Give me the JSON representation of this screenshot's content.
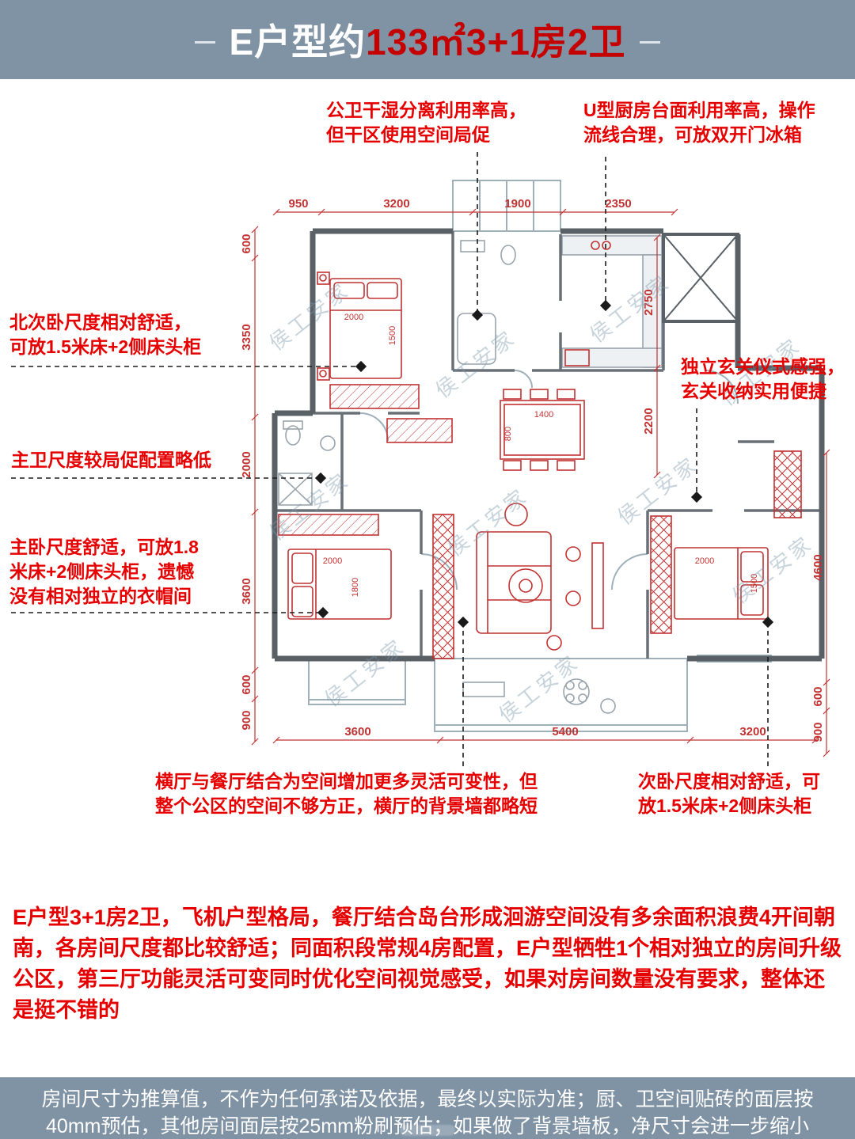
{
  "header": {
    "title_prefix": "E户型约",
    "title_highlight": "133㎡3+1房2卫"
  },
  "watermark": "侯工安家",
  "annotations": {
    "public_bath": [
      "公卫干湿分离利用率高，",
      "但干区使用空间局促"
    ],
    "kitchen": [
      "U型厨房台面利用率高，操作",
      "流线合理，可放双开门冰箱"
    ],
    "north_bedroom": [
      "北次卧尺度相对舒适，",
      "可放1.5米床+2侧床头柜"
    ],
    "master_bath": [
      "主卫尺度较局促配置略低"
    ],
    "master_bedroom": [
      "主卧尺度舒适，可放1.8",
      "米床+2侧床头柜，遗憾",
      "没有相对独立的衣帽间"
    ],
    "foyer": [
      "独立玄关仪式感强，",
      "玄关收纳实用便捷"
    ],
    "living": [
      "横厅与餐厅结合为空间增加更多灵活可变性，但",
      "整个公区的空间不够方正，横厅的背景墙都略短"
    ],
    "second_bedroom": [
      "次卧尺度相对舒适，可",
      "放1.5米床+2侧床头柜"
    ]
  },
  "dimensions": {
    "top": [
      "950",
      "3200",
      "1900",
      "2350"
    ],
    "left": [
      "600",
      "3350",
      "2000",
      "3600",
      "600",
      "900"
    ],
    "right_outer": [
      "4600",
      "600",
      "900"
    ],
    "right_inner": [
      "2750",
      "2200"
    ],
    "bottom": [
      "3600",
      "5400",
      "3200"
    ],
    "north_bed": [
      "2000",
      "1500"
    ],
    "master_bed": [
      "2000",
      "1800"
    ],
    "second_bed": [
      "2000",
      "1500"
    ],
    "dining_table": [
      "1400",
      "800"
    ]
  },
  "summary": "E户型3+1房2卫，飞机户型格局，餐厅结合岛台形成洄游空间没有多余面积浪费4开间朝南，各房间尺度都比较舒适；同面积段常规4房配置，E户型牺牲1个相对独立的房间升级公区，第三厅功能灵活可变同时优化空间视觉感受，如果对房间数量没有要求，整体还是挺不错的",
  "footer": [
    "房间尺寸为推算值，不作为任何承诺及依据，最终以实际为准；厨、卫空间贴砖的面层按",
    "40mm预估，其他房间面层按25mm粉刷预估；如果做了背景墙板，净尺寸会进一步缩小"
  ]
}
